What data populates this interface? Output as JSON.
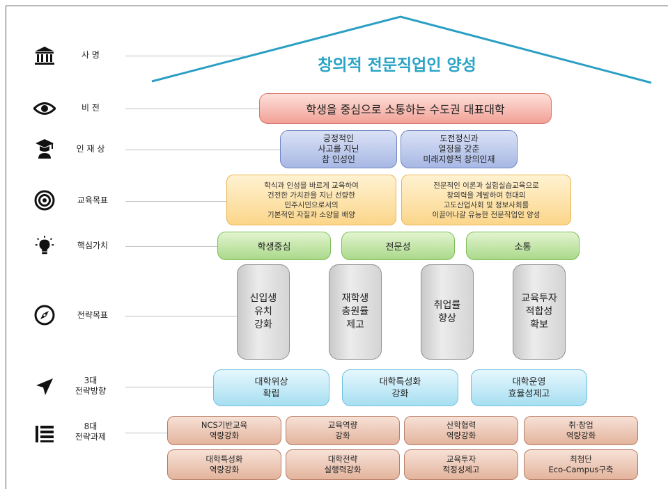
{
  "mission": {
    "label": "사 명",
    "text": "창의적 전문직업인 양성",
    "roof_color": "#2a9fc3"
  },
  "vision": {
    "label": "비 전",
    "text": "학생을 중심으로 소통하는 수도권 대표대학"
  },
  "talent": {
    "label": "인 재 상",
    "items": [
      "긍정적인\n사고를 지닌\n참 인성인",
      "도전정신과\n열정을 갖춘\n미래지향적 창의인재"
    ]
  },
  "edu_goal": {
    "label": "교육목표",
    "items": [
      "학식과 인성을 바르게 교육하여\n건전한 가치관을 지닌 선량한\n민주시민으로서의\n기본적인 자질과 소양을 배양",
      "전문적인 이론과 실험실습교육으로\n창의력을 계발하여 현대의\n고도산업사회 및 정보사회를\n이끌어나갈 유능한 전문직업인 양성"
    ]
  },
  "core_values": {
    "label": "핵심가치",
    "items": [
      "학생중심",
      "전문성",
      "소통"
    ]
  },
  "strategic_goals": {
    "label": "전략목표",
    "items": [
      "신입생\n유치\n강화",
      "재학생\n충원률\n제고",
      "취업률\n향상",
      "교육투자\n적합성\n확보"
    ]
  },
  "directions": {
    "label_1": "3대",
    "label_2": "전략방향",
    "items": [
      "대학위상\n확립",
      "대학특성화\n강화",
      "대학운영\n효율성제고"
    ]
  },
  "tasks": {
    "label_1": "8대",
    "label_2": "전략과제",
    "items": [
      "NCS기반교육\n역량강화",
      "교육역량\n강화",
      "산학협력\n역량강화",
      "취·창업\n역량강화",
      "대학특성화\n역량강화",
      "대학전략\n실행력강화",
      "교육투자\n적정성제고",
      "최첨단\nEco-Campus구축"
    ]
  },
  "icons": {
    "mission": "institution-icon",
    "vision": "eye-icon",
    "talent": "graduate-icon",
    "edu_goal": "target-icon",
    "core_values": "lightbulb-icon",
    "strategic_goals": "compass-icon",
    "directions": "navigation-arrow-icon",
    "tasks": "list-icon"
  }
}
